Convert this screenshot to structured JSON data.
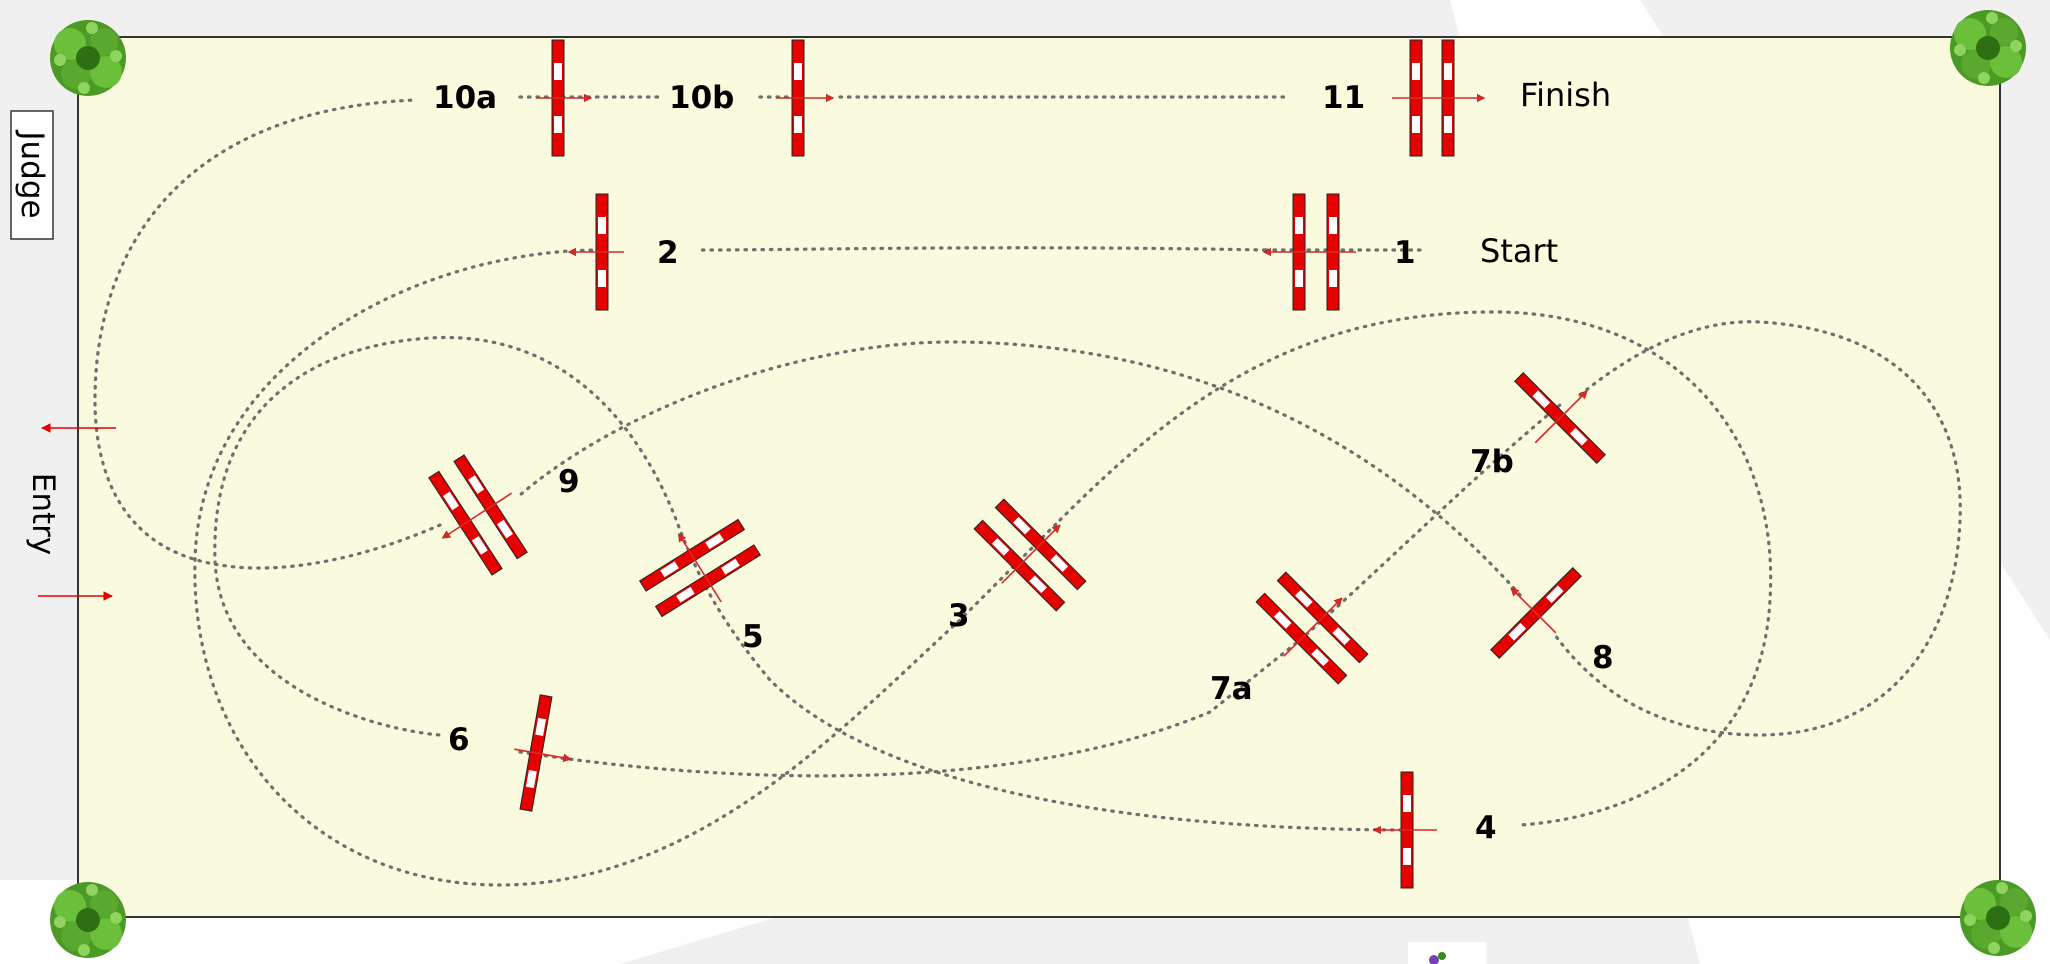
{
  "arena": {
    "fill": "#fafade",
    "border": "#333333"
  },
  "colors": {
    "pole_red": "#e60000",
    "pole_white": "#ffffff",
    "arrow": "#e60000",
    "path": "#6f6f6f",
    "tree": "#3a8a1e"
  },
  "labels": {
    "judge": "Judge",
    "entry": "Entry",
    "start": "Start",
    "finish": "Finish"
  },
  "fences": [
    {
      "id": "1",
      "label": "1",
      "kind": "oxer"
    },
    {
      "id": "2",
      "label": "2",
      "kind": "vertical"
    },
    {
      "id": "3",
      "label": "3",
      "kind": "oxer"
    },
    {
      "id": "4",
      "label": "4",
      "kind": "vertical"
    },
    {
      "id": "5",
      "label": "5",
      "kind": "oxer"
    },
    {
      "id": "6",
      "label": "6",
      "kind": "vertical"
    },
    {
      "id": "7a",
      "label": "7a",
      "kind": "oxer"
    },
    {
      "id": "7b",
      "label": "7b",
      "kind": "vertical"
    },
    {
      "id": "8",
      "label": "8",
      "kind": "vertical"
    },
    {
      "id": "9",
      "label": "9",
      "kind": "oxer"
    },
    {
      "id": "10a",
      "label": "10a",
      "kind": "vertical"
    },
    {
      "id": "10b",
      "label": "10b",
      "kind": "vertical"
    },
    {
      "id": "11",
      "label": "11",
      "kind": "oxer"
    }
  ],
  "icons": [
    "tree-icon",
    "entry-arrow-icon",
    "logo-icon"
  ]
}
